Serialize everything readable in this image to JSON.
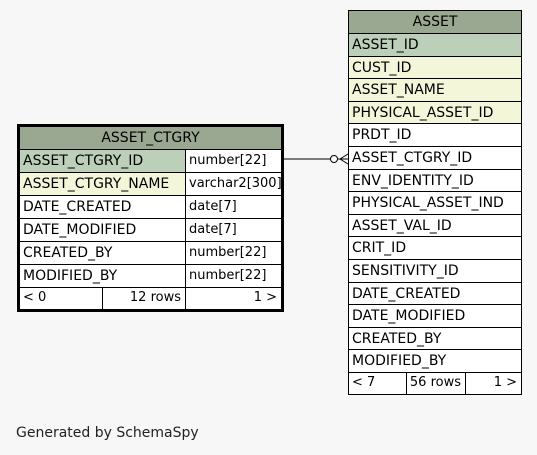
{
  "asset_ctgry": {
    "title": "ASSET_CTGRY",
    "columns": [
      {
        "name": "ASSET_CTGRY_ID",
        "type": "number[22]"
      },
      {
        "name": "ASSET_CTGRY_NAME",
        "type": "varchar2[300]"
      },
      {
        "name": "DATE_CREATED",
        "type": "date[7]"
      },
      {
        "name": "DATE_MODIFIED",
        "type": "date[7]"
      },
      {
        "name": "CREATED_BY",
        "type": "number[22]"
      },
      {
        "name": "MODIFIED_BY",
        "type": "number[22]"
      }
    ],
    "footer": {
      "parents": "< 0",
      "rows": "12 rows",
      "children": "1 >"
    }
  },
  "asset": {
    "title": "ASSET",
    "columns": [
      "ASSET_ID",
      "CUST_ID",
      "ASSET_NAME",
      "PHYSICAL_ASSET_ID",
      "PRDT_ID",
      "ASSET_CTGRY_ID",
      "ENV_IDENTITY_ID",
      "PHYSICAL_ASSET_IND",
      "ASSET_VAL_ID",
      "CRIT_ID",
      "SENSITIVITY_ID",
      "DATE_CREATED",
      "DATE_MODIFIED",
      "CREATED_BY",
      "MODIFIED_BY"
    ],
    "footer": {
      "parents": "< 7",
      "rows": "56 rows",
      "children": "1 >"
    }
  },
  "footer_note": "Generated by SchemaSpy",
  "colors": {
    "title_bg": "#9aa892",
    "primary_key_bg": "#bccfb8",
    "foreign_key_bg": "#f4f6da",
    "page_bg": "#f7f7f7"
  }
}
